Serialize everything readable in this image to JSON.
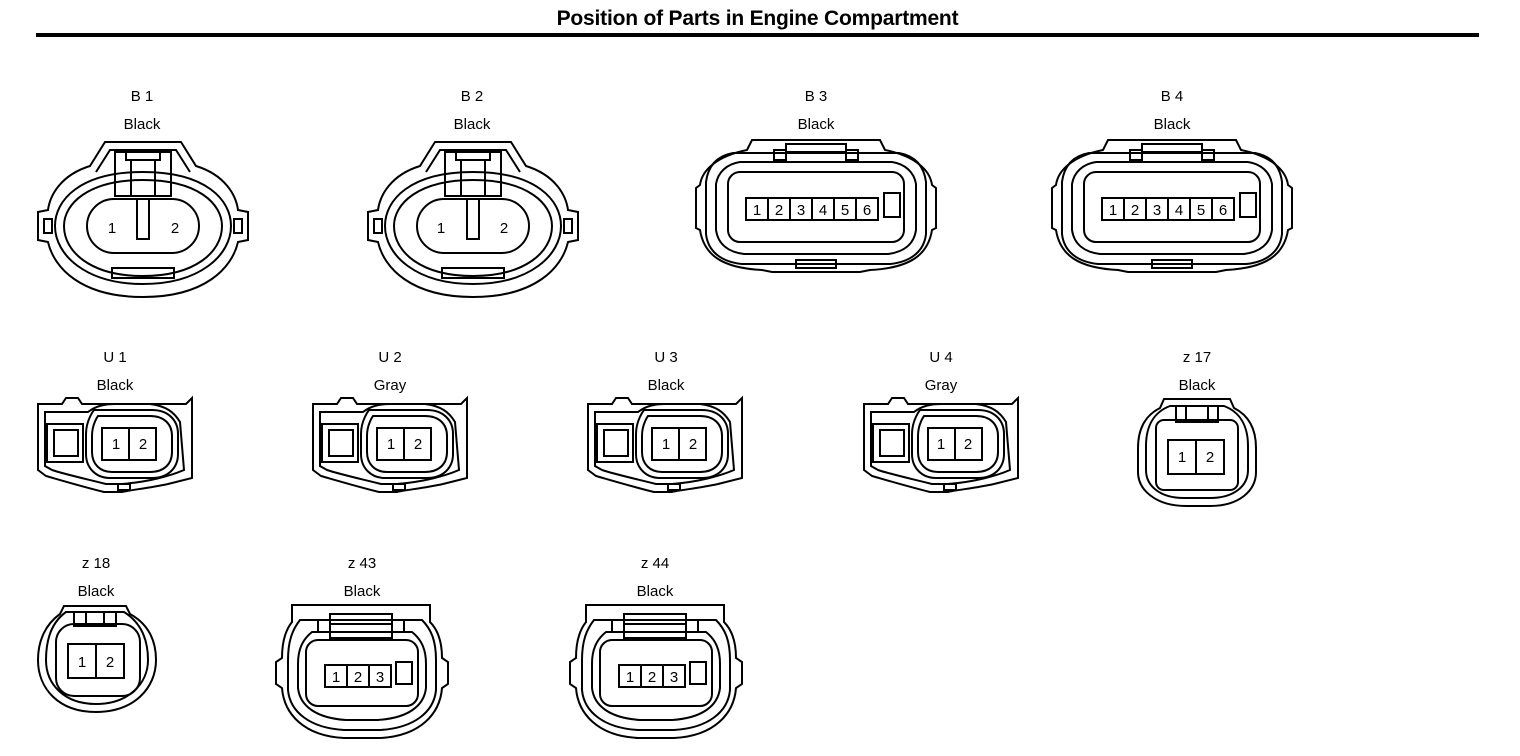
{
  "title": "Position of Parts in Engine Compartment",
  "connectors": [
    {
      "id": "B 1",
      "color": "Black",
      "pins": [
        "1",
        "2"
      ]
    },
    {
      "id": "B 2",
      "color": "Black",
      "pins": [
        "1",
        "2"
      ]
    },
    {
      "id": "B 3",
      "color": "Black",
      "pins": [
        "1",
        "2",
        "3",
        "4",
        "5",
        "6"
      ]
    },
    {
      "id": "B 4",
      "color": "Black",
      "pins": [
        "1",
        "2",
        "3",
        "4",
        "5",
        "6"
      ]
    },
    {
      "id": "U 1",
      "color": "Black",
      "pins": [
        "1",
        "2"
      ]
    },
    {
      "id": "U 2",
      "color": "Gray",
      "pins": [
        "1",
        "2"
      ]
    },
    {
      "id": "U 3",
      "color": "Black",
      "pins": [
        "1",
        "2"
      ]
    },
    {
      "id": "U 4",
      "color": "Gray",
      "pins": [
        "1",
        "2"
      ]
    },
    {
      "id": "z 17",
      "color": "Black",
      "pins": [
        "1",
        "2"
      ]
    },
    {
      "id": "z 18",
      "color": "Black",
      "pins": [
        "1",
        "2"
      ]
    },
    {
      "id": "z 43",
      "color": "Black",
      "pins": [
        "1",
        "2",
        "3"
      ]
    },
    {
      "id": "z 44",
      "color": "Black",
      "pins": [
        "1",
        "2",
        "3"
      ]
    }
  ]
}
